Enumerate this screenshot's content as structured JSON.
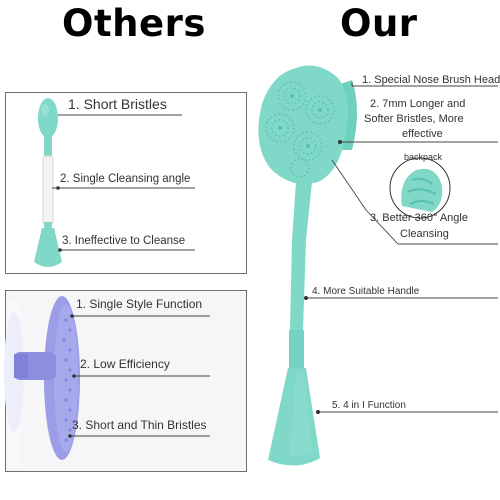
{
  "headings": {
    "others": "Others",
    "our": "Our"
  },
  "others_top": {
    "labels": [
      "1. Short Bristles",
      "2. Single Cleansing angle",
      "3. Ineffective to Cleanse"
    ]
  },
  "others_bottom": {
    "labels": [
      "1. Single Style Function",
      "2. Low Efficiency",
      "3. Short and Thin Bristles"
    ]
  },
  "our_product": {
    "labels": [
      "1. Special Nose Brush Head",
      "2. 7mm Longer and",
      "Softer Bristles, More",
      "effective",
      "3. Better 360° Angle",
      "Cleansing",
      "4. More Suitable Handle",
      "5. 4 in I Function"
    ],
    "inset_label": "backpack"
  },
  "colors": {
    "mint": "#7fd8c8",
    "mint_dark": "#5ec1ae",
    "lavender": "#9b9ee6",
    "lavender_dark": "#7f82d6"
  }
}
